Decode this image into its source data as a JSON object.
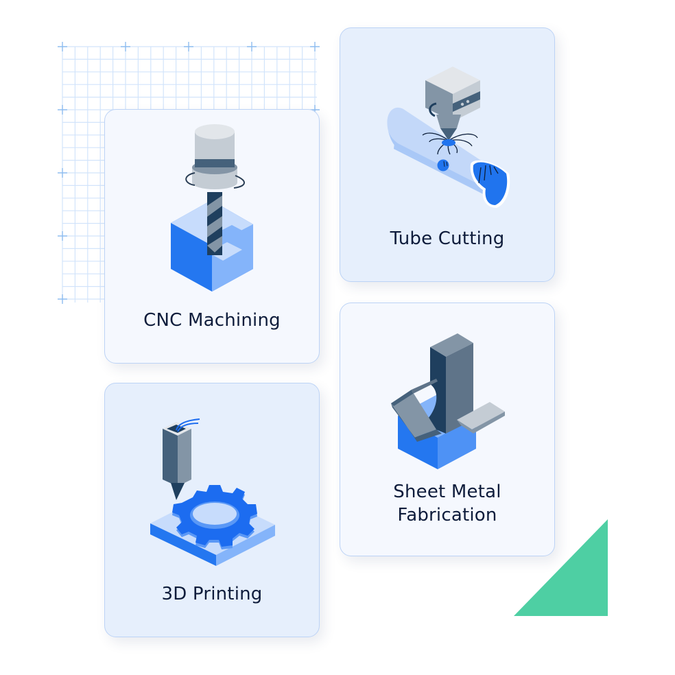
{
  "colors": {
    "grid_line": "#d2e4fb",
    "grid_marker": "#8fbdf0",
    "card_border": "#bcd3f6",
    "card_pale": "#f5f8fe",
    "card_blue": "#e6effc",
    "label_text": "#0e1c3b",
    "accent_blue": "#2477f0",
    "accent_green": "#4ecfa3"
  },
  "cards": [
    {
      "id": "cnc",
      "label": "CNC Machining",
      "icon": "cnc-mill-icon"
    },
    {
      "id": "tube",
      "label": "Tube Cutting",
      "icon": "laser-tube-cutter-icon"
    },
    {
      "id": "sheet",
      "label_line1": "Sheet Metal",
      "label_line2": "Fabrication",
      "icon": "sheet-metal-bending-icon"
    },
    {
      "id": "printing",
      "label": "3D Printing",
      "icon": "3d-printer-gear-icon"
    }
  ],
  "decorations": {
    "grid": "blueprint-grid",
    "triangle": "green-triangle"
  }
}
